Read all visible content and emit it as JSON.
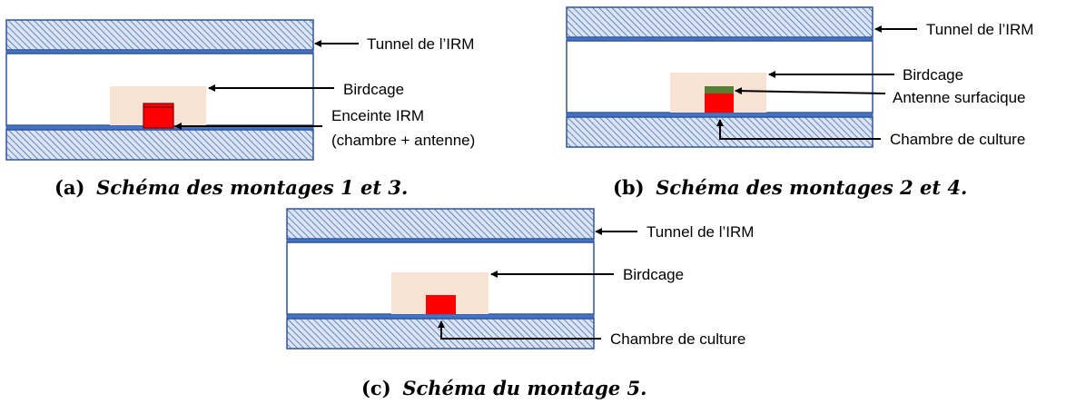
{
  "colors": {
    "hatch_fill": "#dbe4f3",
    "hatch_line": "#4a6fb5",
    "wall_border": "#2f5597",
    "inner_line": "#4472c4",
    "birdcage": "#f8e2d4",
    "chamber": "#ff0000",
    "chamber_border": "#c00000",
    "antenna": "#548235"
  },
  "panels": [
    {
      "labels": {
        "tunnel": "Tunnel de l’IRM",
        "birdcage": "Birdcage",
        "enclosure_line1": "Enceinte IRM",
        "enclosure_line2": "(chambre + antenne)"
      },
      "caption": {
        "tag": "(a)",
        "text": "Schéma des montages 1 et 3."
      }
    },
    {
      "labels": {
        "tunnel": "Tunnel de l’IRM",
        "birdcage": "Birdcage",
        "antenna": "Antenne surfacique",
        "chamber": "Chambre de culture"
      },
      "caption": {
        "tag": "(b)",
        "text": "Schéma des montages 2 et 4."
      }
    },
    {
      "labels": {
        "tunnel": "Tunnel de l’IRM",
        "birdcage": "Birdcage",
        "chamber": "Chambre de culture"
      },
      "caption": {
        "tag": "(c)",
        "text": "Schéma du montage 5."
      }
    }
  ]
}
